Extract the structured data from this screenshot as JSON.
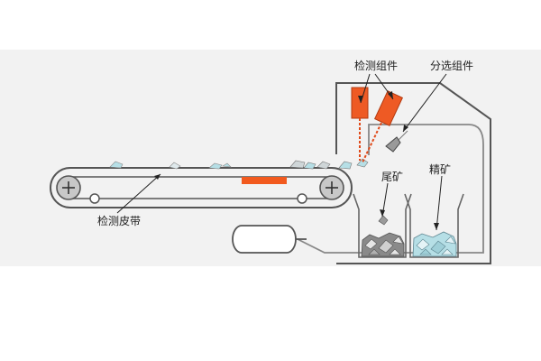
{
  "labels": {
    "detector": "检测组件",
    "sorter": "分选组件",
    "belt": "检测皮带",
    "tailings": "尾矿",
    "concentrate": "精矿"
  },
  "colors": {
    "background_band": "#f2f2f2",
    "outline": "#555555",
    "detector": "#ee5a24",
    "laser": "#e04a1a",
    "belt_window": "#f25a1e",
    "ore_light": "#b6dfe6",
    "ore_dark": "#8a8a8a"
  },
  "icons": [
    "pulley-plus-icon",
    "sorting-nozzle-icon",
    "ore-pile-icon",
    "motor-icon"
  ]
}
